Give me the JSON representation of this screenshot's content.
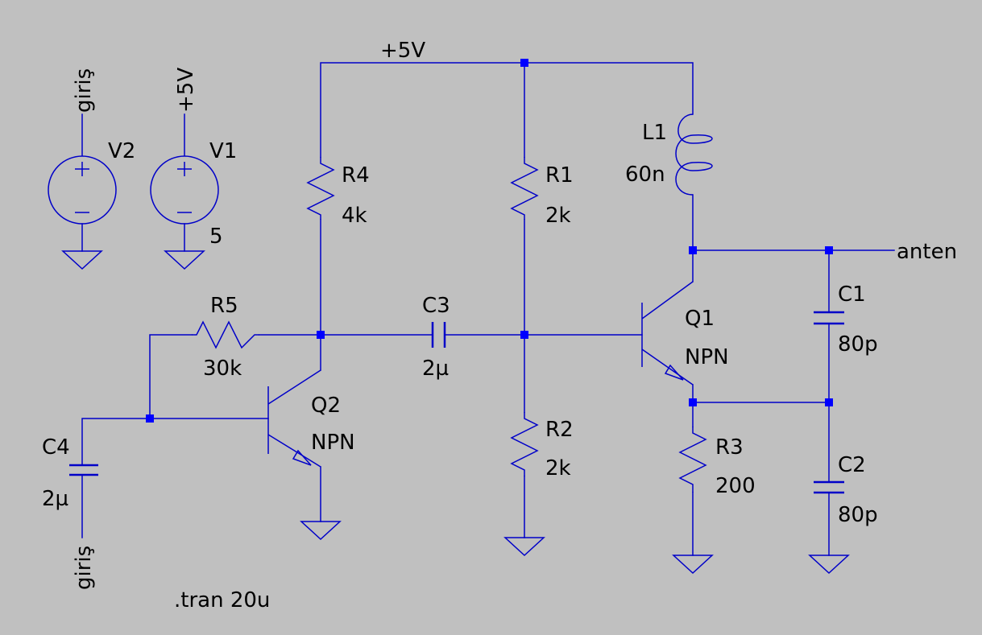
{
  "colors": {
    "background": "#c0c0c0",
    "wire": "#0000c8",
    "junction": "#0000ff",
    "text": "#000000"
  },
  "nets": {
    "supply": "+5V",
    "input": "giriş",
    "output": "anten"
  },
  "sources": {
    "V1": {
      "name": "V1",
      "value": "5",
      "net": "+5V"
    },
    "V2": {
      "name": "V2",
      "net": "giriş"
    }
  },
  "components": {
    "R1": {
      "name": "R1",
      "value": "2k"
    },
    "R2": {
      "name": "R2",
      "value": "2k"
    },
    "R3": {
      "name": "R3",
      "value": "200"
    },
    "R4": {
      "name": "R4",
      "value": "4k"
    },
    "R5": {
      "name": "R5",
      "value": "30k"
    },
    "C1": {
      "name": "C1",
      "value": "80p"
    },
    "C2": {
      "name": "C2",
      "value": "80p"
    },
    "C3": {
      "name": "C3",
      "value": "2µ"
    },
    "C4": {
      "name": "C4",
      "value": "2µ"
    },
    "L1": {
      "name": "L1",
      "value": "60n"
    },
    "Q1": {
      "name": "Q1",
      "model": "NPN"
    },
    "Q2": {
      "name": "Q2",
      "model": "NPN"
    }
  },
  "directive": ".tran 20u"
}
